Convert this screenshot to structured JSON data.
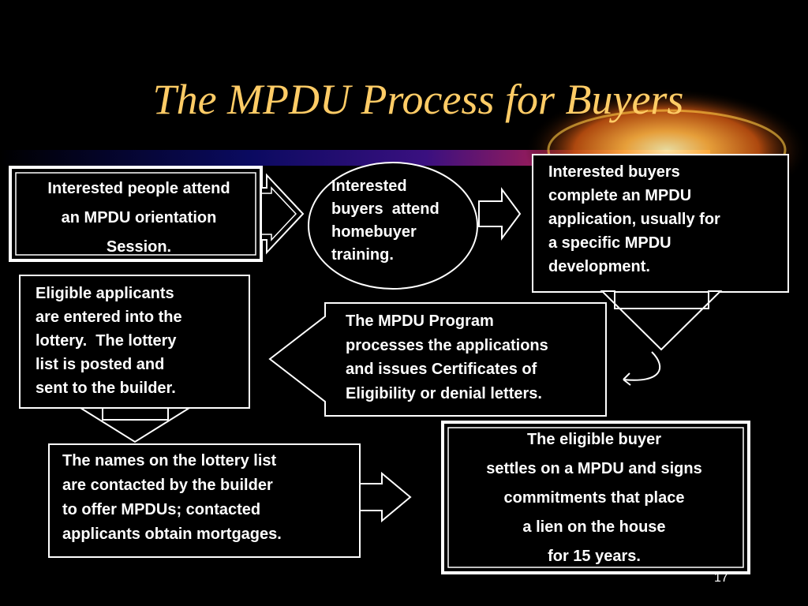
{
  "slide": {
    "title": "The MPDU Process for Buyers",
    "number": "17"
  },
  "steps": {
    "orientation": [
      "Interested people attend",
      "an MPDU orientation",
      "Session."
    ],
    "training": [
      "Interested",
      "buyers  attend",
      "homebuyer",
      "training."
    ],
    "application": [
      "Interested buyers",
      "complete an MPDU",
      "application, usually for",
      "a specific MPDU",
      "development."
    ],
    "processing": [
      "The MPDU Program",
      "processes the applications",
      "and issues Certificates of",
      "Eligibility or denial letters."
    ],
    "lottery": [
      "Eligible applicants",
      "are entered into the",
      "lottery.  The lottery",
      "list is posted and",
      "sent to the builder."
    ],
    "contact": [
      "The names on the lottery list",
      "are contacted by the builder",
      "to offer MPDUs; contacted",
      "applicants obtain mortgages."
    ],
    "settlement": [
      "The eligible buyer",
      "settles on a MPDU and signs",
      "commitments that place",
      "a lien on the house",
      "for 15 years."
    ]
  },
  "colors": {
    "background": "#000000",
    "title": "#ffcc66",
    "text": "#ffffff",
    "decor_glow": "#ff8800",
    "decor_band_left": "#0a0a80",
    "decor_band_right": "#cc2244"
  }
}
